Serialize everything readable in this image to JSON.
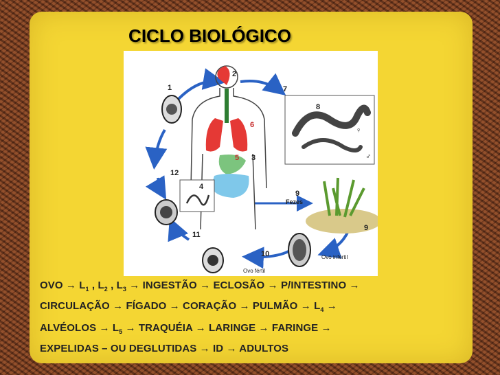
{
  "slide": {
    "title": "CICLO BIOLÓGICO"
  },
  "figure": {
    "numbers": [
      "1",
      "2",
      "3",
      "4",
      "5",
      "6",
      "7",
      "8",
      "9",
      "9",
      "10",
      "11",
      "12"
    ],
    "fezes": "Fezes",
    "ovo_fertil": "Ovo fértil",
    "ovo_infertil": "Ovo infértil",
    "female_symbol": "♀",
    "male_symbol": "♂"
  },
  "text": {
    "line1": {
      "a": "OVO → L",
      "s1": "1",
      "b": " , L",
      "s2": "2",
      "c": " , L",
      "s3": "3",
      "d": " → INGESTÃO → ECLOSÃO → P/INTESTINO →"
    },
    "line2": {
      "a": "CIRCULAÇÃO → FÍGADO → CORAÇÃO → PULMÃO → L",
      "s1": "4",
      "b": " →"
    },
    "line3": {
      "a": "ALVÉOLOS → L",
      "s1": "5",
      "b": " → TRAQUÉIA → LARINGE → FARINGE →"
    },
    "line4": "EXPELIDAS – OU DEGLUTIDAS → ID → ADULTOS"
  }
}
